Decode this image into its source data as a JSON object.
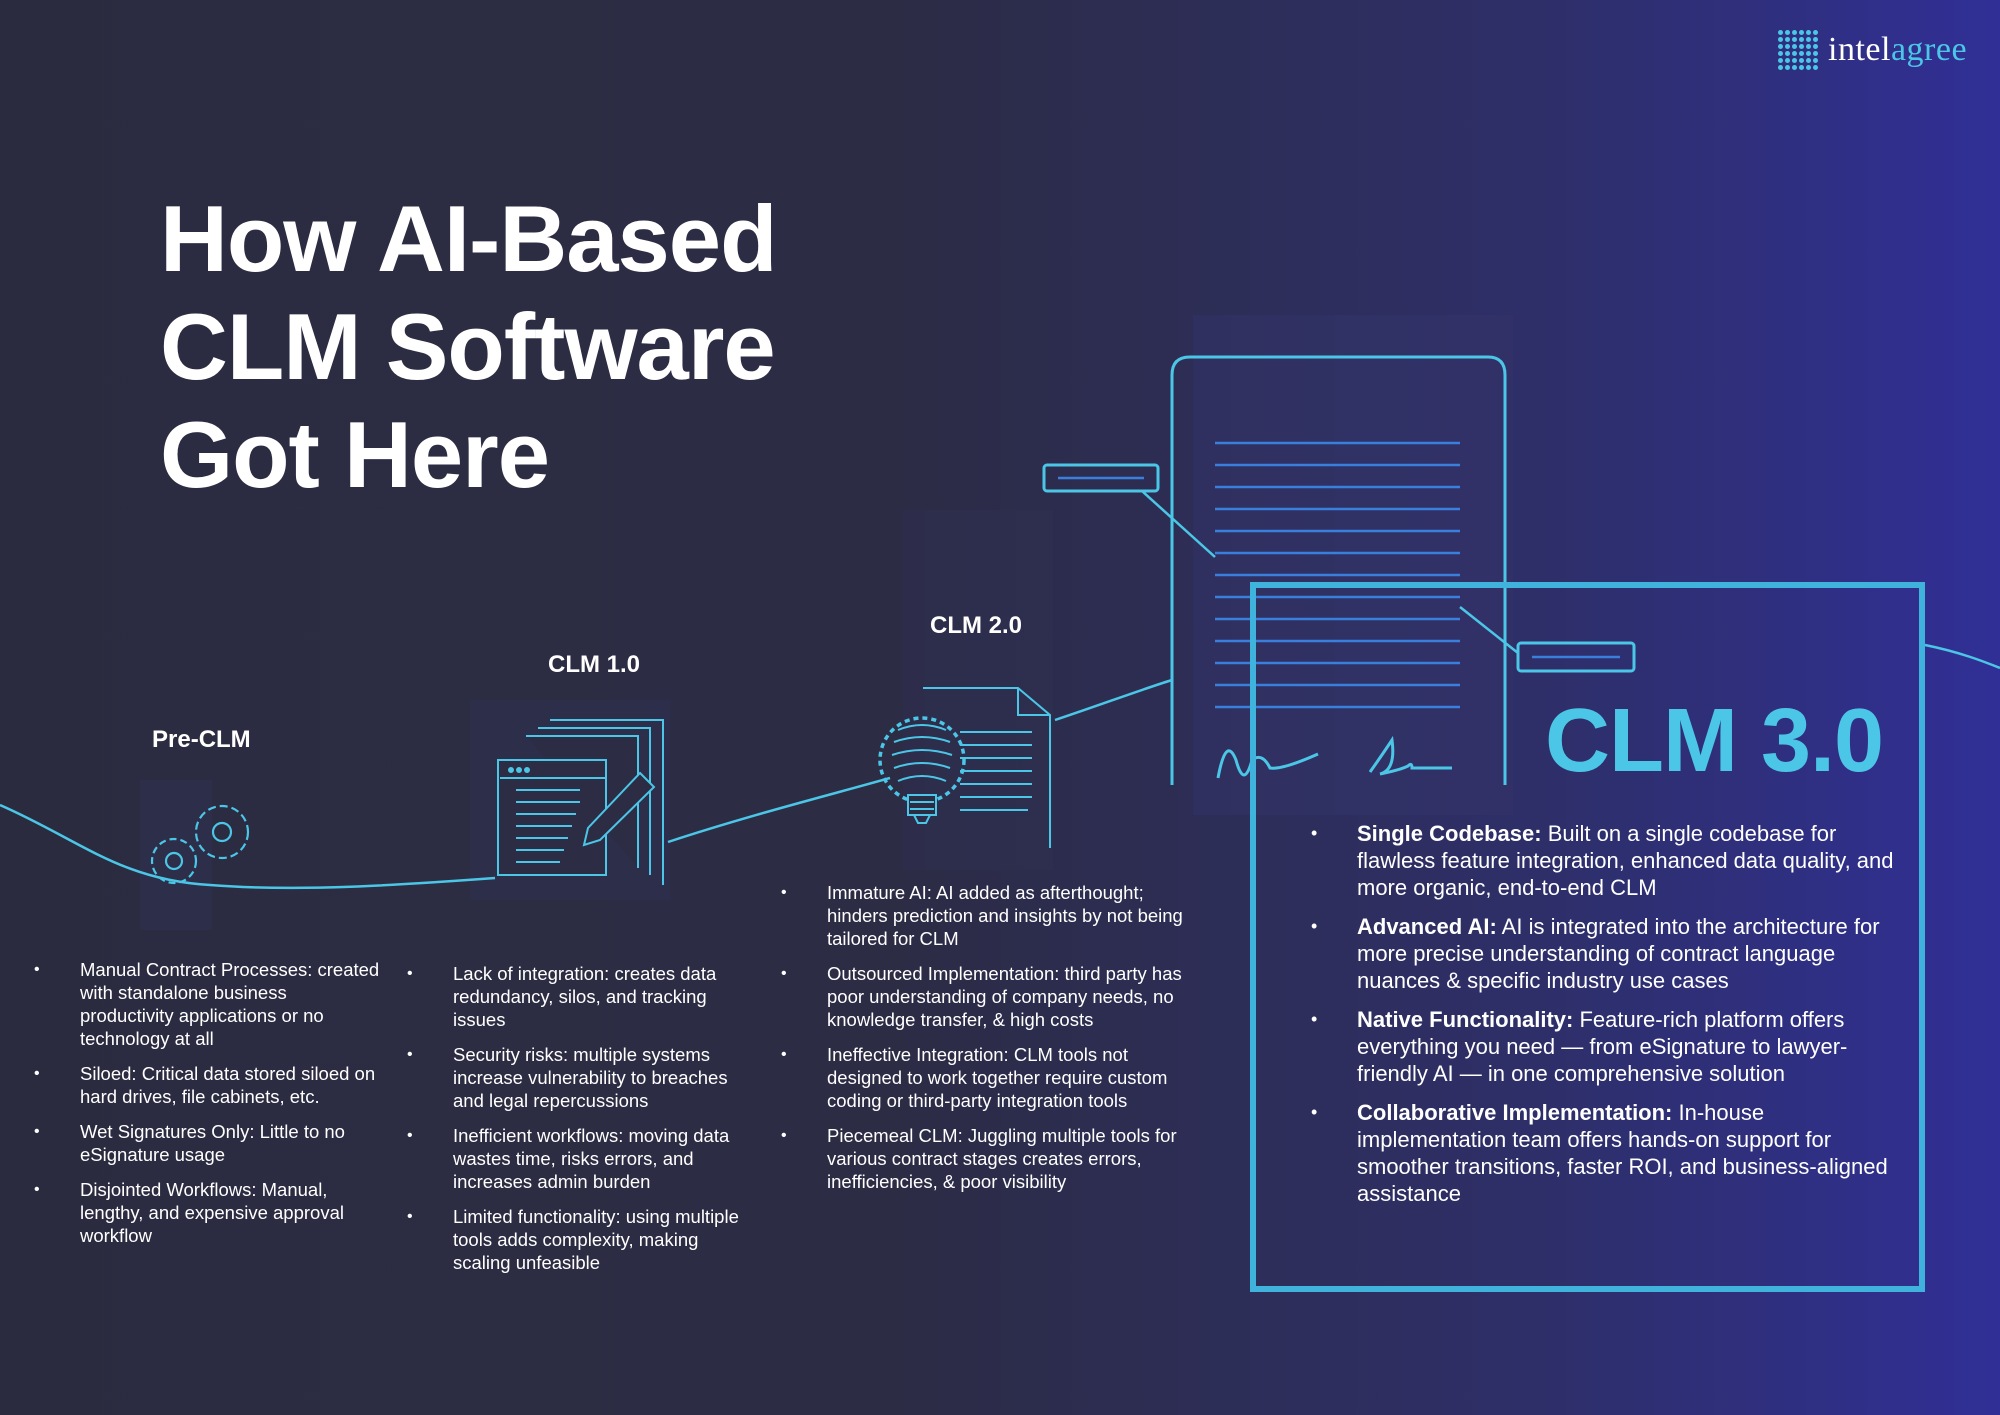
{
  "logo": {
    "part1": "intel",
    "part2": "agree"
  },
  "title": {
    "line1": "How AI-Based",
    "line2": "CLM Software",
    "line3": "Got Here"
  },
  "colors": {
    "accent": "#4cc6e6",
    "box_border": "#3fb3dc",
    "bg_dark": "#2b2b40",
    "bg_blue": "#302f96"
  },
  "icons": {
    "pre_clm": "gears-icon",
    "clm1": "document-stack-pencil-icon",
    "clm2": "lightbulb-document-icon",
    "clm3": "signed-contract-document-icon"
  },
  "stages": {
    "pre_clm": {
      "label": "Pre-CLM",
      "bullets": [
        "Manual Contract Processes: created with standalone business productivity applications or no technology at all",
        "Siloed: Critical data stored siloed on hard drives, file cabinets, etc.",
        "Wet Signatures Only: Little to no eSignature usage",
        "Disjointed Workflows: Manual, lengthy, and expensive approval workflow"
      ]
    },
    "clm1": {
      "label": "CLM 1.0",
      "bullets": [
        "Lack of integration: creates data redundancy, silos, and tracking issues",
        "Security risks: multiple systems increase vulnerability to breaches and legal repercussions",
        "Inefficient workflows: moving data wastes time, risks errors, and increases admin burden",
        "Limited functionality: using multiple tools adds complexity, making scaling unfeasible"
      ]
    },
    "clm2": {
      "label": "CLM 2.0",
      "bullets": [
        "Immature AI: AI added as afterthought; hinders prediction and insights by not being tailored for CLM",
        "Outsourced Implementation: third party has poor understanding of company needs, no knowledge transfer, & high costs",
        "Ineffective Integration: CLM tools not designed to work together require custom coding or third-party integration tools",
        "Piecemeal CLM: Juggling multiple tools for various contract stages creates errors, inefficiencies, & poor visibility"
      ]
    },
    "clm3": {
      "label": "CLM 3.0",
      "bullets": [
        {
          "head": "Single Codebase:",
          "text": " Built on a single codebase for flawless feature integration, enhanced data quality, and more organic, end-to-end CLM"
        },
        {
          "head": "Advanced AI:",
          "text": " AI is integrated into the architecture for more precise understanding of contract language nuances & specific industry use cases"
        },
        {
          "head": "Native Functionality:",
          "text": " Feature-rich platform offers everything you need — from eSignature to lawyer-friendly AI — in one comprehensive solution"
        },
        {
          "head": "Collaborative Implementation:",
          "text": " In-house implementation team offers hands-on support for smoother transitions, faster ROI, and business-aligned assistance"
        }
      ]
    }
  }
}
